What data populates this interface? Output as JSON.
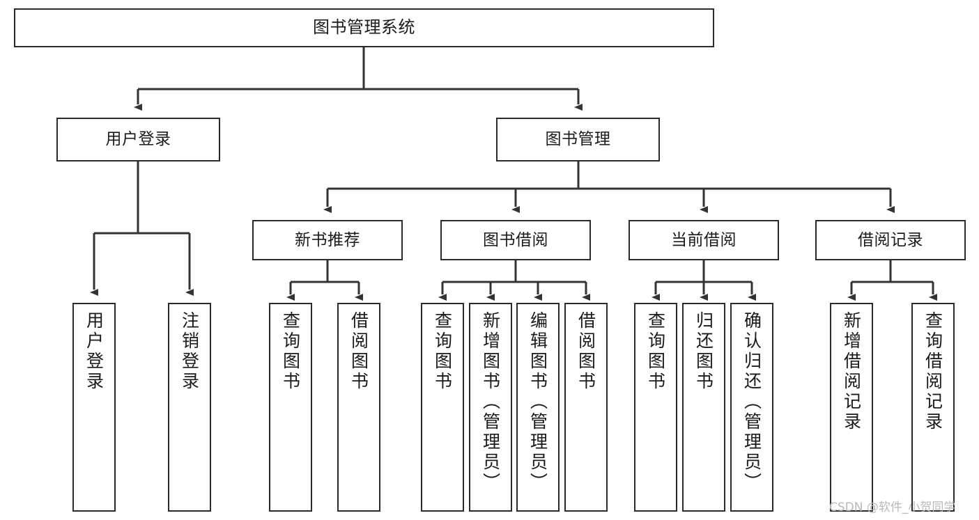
{
  "diagram": {
    "title": "图书管理系统",
    "watermark": "CSDN @软件_小贺同学",
    "colors": {
      "background": "#ffffff",
      "border": "#2b2b2b",
      "edge": "#333333",
      "text": "#1a1a1a",
      "watermark": "#b9b9b9"
    },
    "nodes": {
      "root": {
        "label": "图书管理系统"
      },
      "level2": [
        {
          "label": "用户登录"
        },
        {
          "label": "图书管理"
        }
      ],
      "level3": [
        {
          "label": "新书推荐"
        },
        {
          "label": "图书借阅"
        },
        {
          "label": "当前借阅"
        },
        {
          "label": "借阅记录"
        }
      ],
      "leaves_user_login": [
        {
          "label": "用户登录"
        },
        {
          "label": "注销登录"
        }
      ],
      "leaves_new_book": [
        {
          "label": "查询图书"
        },
        {
          "label": "借阅图书"
        }
      ],
      "leaves_borrow": [
        {
          "label": "查询图书"
        },
        {
          "label": "新增图书（管理员）"
        },
        {
          "label": "编辑图书（管理员）"
        },
        {
          "label": "借阅图书"
        }
      ],
      "leaves_current": [
        {
          "label": "查询图书"
        },
        {
          "label": "归还图书"
        },
        {
          "label": "确认归还（管理员）"
        }
      ],
      "leaves_records": [
        {
          "label": "新增借阅记录"
        },
        {
          "label": "查询借阅记录"
        }
      ]
    }
  }
}
